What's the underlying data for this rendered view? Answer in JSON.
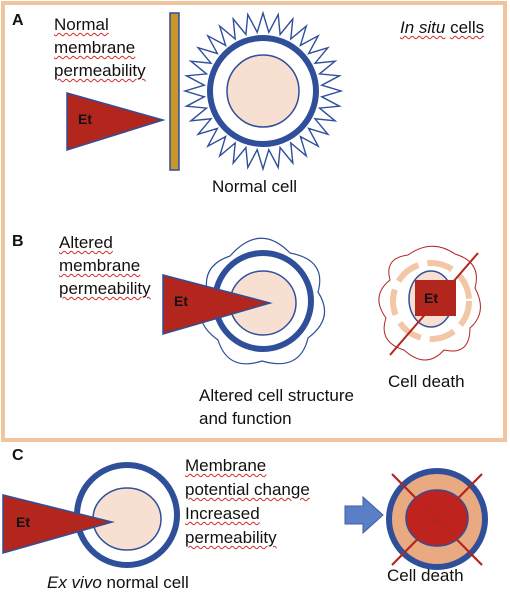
{
  "panel_a": {
    "letter": "A",
    "label_lines": [
      "Normal",
      "membrane",
      "permeability"
    ],
    "context_italic": "In situ",
    "context_rest": "cells",
    "cell_caption": "Normal cell",
    "agent": "Et"
  },
  "panel_b": {
    "letter": "B",
    "label_lines": [
      "Altered",
      "membrane",
      "permeability"
    ],
    "agent": "Et",
    "caption_lines": [
      "Altered cell structure",
      "and function"
    ],
    "death_agent": "Et",
    "death_caption": "Cell death"
  },
  "panel_c": {
    "letter": "C",
    "agent": "Et",
    "label_lines": [
      "Membrane",
      "potential change",
      "Increased",
      "permeability"
    ],
    "caption_italic": "Ex vivo",
    "caption_rest": "normal cell",
    "death_caption": "Cell death"
  },
  "colors": {
    "frame": "#f0c59e",
    "agent_red": "#b3261e",
    "membrane_blue": "#2f4f9a",
    "cytoplasm_peach": "#f7dfd1",
    "barrier_gold": "#c9962a",
    "death_nucleus": "#c0231e",
    "death_cyto": "#e9a981",
    "arrow_blue": "#5b7fc7"
  }
}
